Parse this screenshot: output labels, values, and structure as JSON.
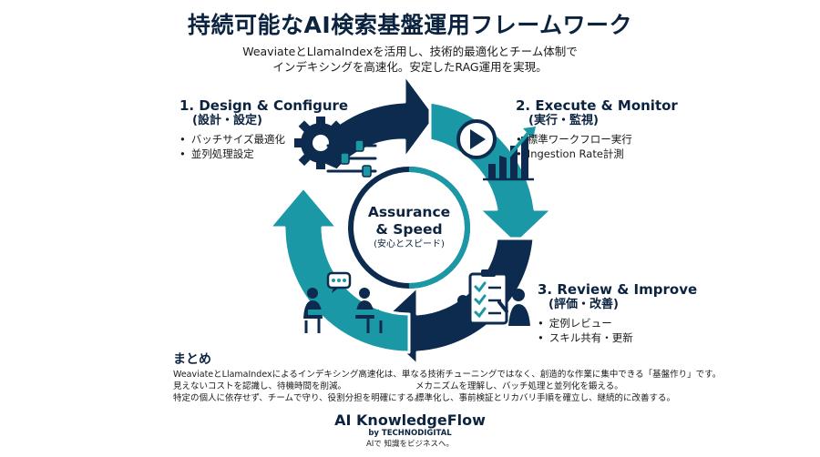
{
  "header": {
    "title": "持続可能なAI検索基盤運用フレームワーク",
    "subtitle_lines": [
      "WeaviateとLlamaIndexを活用し、技術的最適化とチーム体制で",
      "インデキシングを高速化。安定したRAG運用を実現。"
    ]
  },
  "center": {
    "title_line1": "Assurance",
    "title_line2": "& Speed",
    "subtitle": "(安心とスピード)"
  },
  "steps": [
    {
      "title": "1. Design & Configure",
      "subtitle": "(設計・設定)",
      "bullets": [
        "バッチサイズ最適化",
        "並列処理設定"
      ],
      "icon": "gear-sliders-icon"
    },
    {
      "title": "2. Execute & Monitor",
      "subtitle": "(実行・監視)",
      "bullets": [
        "標準ワークフロー実行",
        "Ingestion Rate計測"
      ],
      "icon": "play-chart-icon"
    },
    {
      "title": "3. Review & Improve",
      "subtitle": "(評価・改善)",
      "bullets": [
        "定例レビュー",
        "スキル共有・更新"
      ],
      "icon": "checklist-review-icon"
    },
    {
      "title": "",
      "subtitle": "",
      "bullets": [],
      "icon": "team-meeting-icon"
    }
  ],
  "colors": {
    "navy": "#0c2b4e",
    "teal": "#1a98a6",
    "ink": "#0c2340"
  },
  "summary": {
    "heading": "まとめ",
    "lines": [
      "WeaviateとLlamaIndexによるインデキシング高速化は、単なる技術チューニングではなく、創造的な作業に集中できる「基盤作り」です。",
      "見えないコストを認識し、待機時間を削減。",
      "特定の個人に依存せず、チームで守り、役割分担を明確にする。"
    ],
    "lines_right": [
      "メカニズムを理解し、バッチ処理と並列化を鍛える。",
      "標準化し、事前検証とリカバリ手順を確立し、継続的に改善する。"
    ]
  },
  "brand": {
    "name": "AI KnowledgeFlow",
    "by": "by TECHNODIGITAL",
    "tagline": "AIで 知識をビジネスへ。"
  }
}
